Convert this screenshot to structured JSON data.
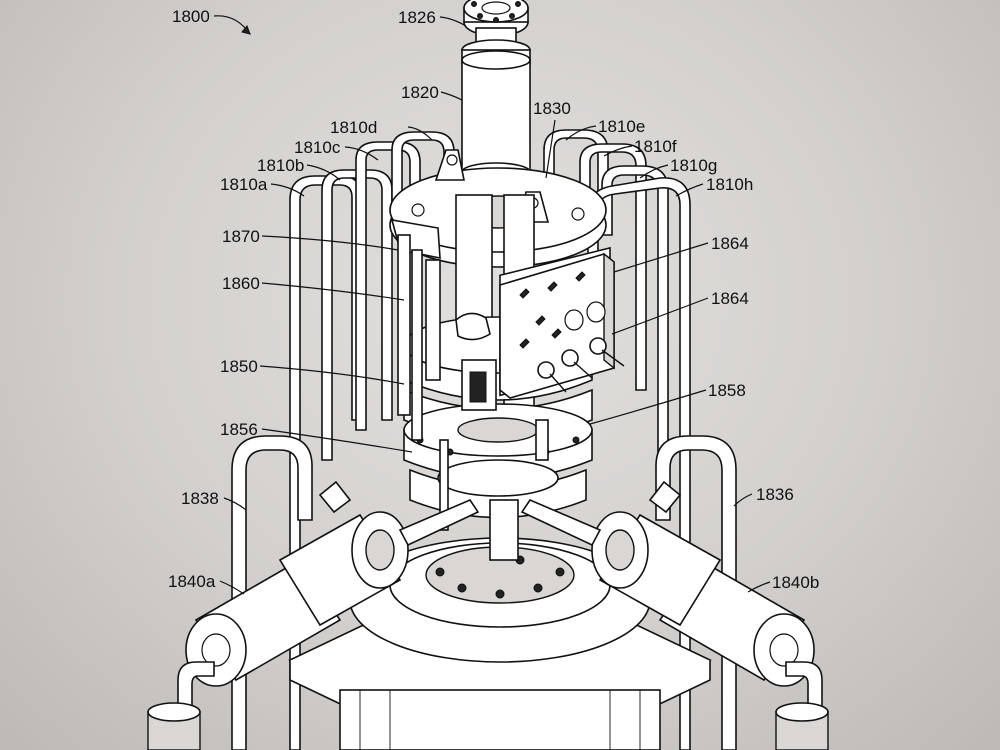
{
  "figure": {
    "reference_numeral": "1800",
    "labels": {
      "l1826": "1826",
      "l1820": "1820",
      "l1830": "1830",
      "l1810a": "1810a",
      "l1810b": "1810b",
      "l1810c": "1810c",
      "l1810d": "1810d",
      "l1810e": "1810e",
      "l1810f": "1810f",
      "l1810g": "1810g",
      "l1810h": "1810h",
      "l1870": "1870",
      "l1860": "1860",
      "l1864a": "1864",
      "l1864b": "1864",
      "l1850": "1850",
      "l1858": "1858",
      "l1856": "1856",
      "l1838": "1838",
      "l1836": "1836",
      "l1840a": "1840a",
      "l1840b": "1840b"
    }
  }
}
